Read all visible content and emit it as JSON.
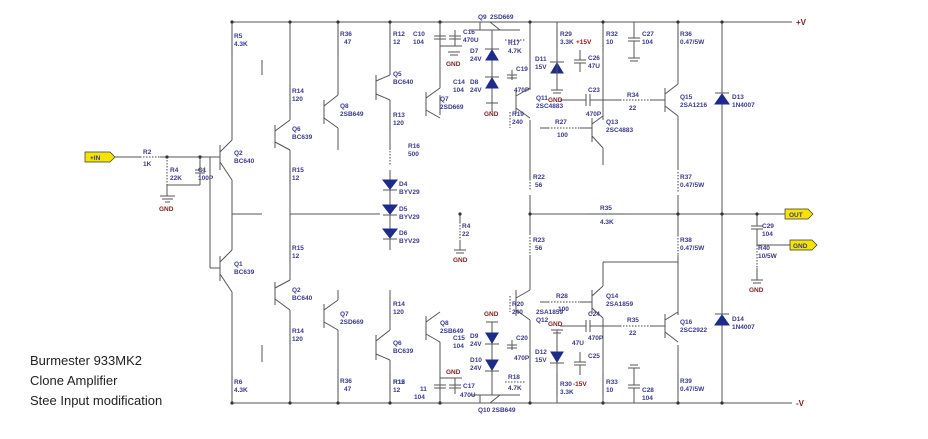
{
  "notes": [
    "Burmester 933MK2",
    "Clone Amplifier",
    "Stee Input modification"
  ],
  "rails": {
    "pos": "+V",
    "neg": "-V"
  },
  "ports": {
    "in": "+IN",
    "out": "OUT",
    "gnd": "GND"
  },
  "colors": {
    "port_fill": "#f5e400",
    "diode": "#1d2c8a",
    "label": "#3a3a8c",
    "ground": "#7a1f1f"
  },
  "gnd_label": "GND",
  "supply_pos_label": "+15V",
  "supply_neg_label": "-15V",
  "components": {
    "R2": [
      "R2",
      "1K"
    ],
    "R4": [
      "R4",
      "22K"
    ],
    "C1": [
      "C1",
      "100P"
    ],
    "R5": [
      "R5",
      "4.3K"
    ],
    "R6": [
      "R6",
      "4.3K"
    ],
    "Q2a": [
      "Q2",
      "BC640"
    ],
    "Q1a": [
      "Q1",
      "BC639"
    ],
    "R14a": [
      "R14",
      "120"
    ],
    "R15a": [
      "R15",
      "12"
    ],
    "Q6a": [
      "Q6",
      "BC639"
    ],
    "R15b": [
      "R15",
      "12"
    ],
    "Q2b": [
      "Q2",
      "BC640"
    ],
    "R14b": [
      "R14",
      "120"
    ],
    "Q8a": [
      "Q8",
      "2SB649"
    ],
    "R36a": [
      "R36",
      "47"
    ],
    "Q7b": [
      "Q7",
      "2SD669"
    ],
    "R36b": [
      "R36",
      "47"
    ],
    "R12a": [
      "R12",
      "12"
    ],
    "Q5": [
      "Q5",
      "BC640"
    ],
    "R13": [
      "R13",
      "120"
    ],
    "Q7a": [
      "Q7",
      "2SD669"
    ],
    "R16": [
      "R16",
      "500"
    ],
    "D4": [
      "D4",
      "BYV29"
    ],
    "D5": [
      "D5",
      "BYV29"
    ],
    "D6": [
      "D6",
      "BYV29"
    ],
    "R4b": [
      "R4",
      "22"
    ],
    "R14c": [
      "R14",
      "120"
    ],
    "Q8b": [
      "Q8",
      "2SB649"
    ],
    "Q6b": [
      "Q6",
      "BC639"
    ],
    "R15c": [
      "R15",
      "12"
    ],
    "C10": [
      "C10",
      "104"
    ],
    "C16": [
      "C16",
      "470U"
    ],
    "Q9": [
      "Q9",
      "2SD669"
    ],
    "D7": [
      "D7",
      "24V"
    ],
    "D8": [
      "D8",
      "24V"
    ],
    "C14": [
      "C14",
      "104"
    ],
    "R17": [
      "R17",
      "4.7K"
    ],
    "C19": [
      "C19",
      "470P"
    ],
    "D11": [
      "D11",
      "15V"
    ],
    "Q11": [
      "Q11",
      "2SC4883"
    ],
    "R19": [
      "R19",
      "240"
    ],
    "R29": [
      "R29",
      "3.3K"
    ],
    "C26": [
      "C26",
      "47U"
    ],
    "R32": [
      "R32",
      "10"
    ],
    "C27": [
      "C27",
      "104"
    ],
    "C23": [
      "C23",
      "470P"
    ],
    "R27": [
      "R27",
      "100"
    ],
    "Q13": [
      "Q13",
      "2SC4883"
    ],
    "R34": [
      "R34",
      "22"
    ],
    "Q15": [
      "Q15",
      "2SA1216"
    ],
    "R36c": [
      "R36",
      "0.47/5W"
    ],
    "D13": [
      "D13",
      "1N4007"
    ],
    "R37": [
      "R37",
      "0.47/5W"
    ],
    "R22": [
      "R22",
      "56"
    ],
    "R35": [
      "R35",
      "4.3K"
    ],
    "R23": [
      "R23",
      "56"
    ],
    "C29": [
      "C29",
      "104"
    ],
    "R40": [
      "R40",
      "10/5W"
    ],
    "R38": [
      "R38",
      "0.47/5W"
    ],
    "R28": [
      "R28",
      "100"
    ],
    "Q14": [
      "Q14",
      "2SA1859"
    ],
    "R20": [
      "R20",
      "240"
    ],
    "Q12": [
      "Q12",
      "2SA1859"
    ],
    "C24": [
      "C24",
      "470P"
    ],
    "R35b": [
      "R35",
      "22"
    ],
    "Q16": [
      "Q16",
      "2SC2922"
    ],
    "D14": [
      "D14",
      "1N4007"
    ],
    "C15": [
      "C15",
      "104"
    ],
    "D9": [
      "D9",
      "24V"
    ],
    "D10": [
      "D10",
      "24V"
    ],
    "C20": [
      "C20",
      "470P"
    ],
    "D12": [
      "D12",
      "15V"
    ],
    "C25": [
      "C25",
      "47U"
    ],
    "R18": [
      "R18",
      "4.7K"
    ],
    "R30": [
      "R30",
      "3.3K"
    ],
    "R33": [
      "R33",
      "10"
    ],
    "C28": [
      "C28",
      "104"
    ],
    "R39": [
      "R39",
      "0.47/5W"
    ],
    "C11": [
      "11",
      "104"
    ],
    "C17": [
      "C17",
      "470U"
    ],
    "R12b": [
      "R12",
      "12"
    ],
    "Q10": [
      "Q10",
      "2SB649"
    ]
  }
}
